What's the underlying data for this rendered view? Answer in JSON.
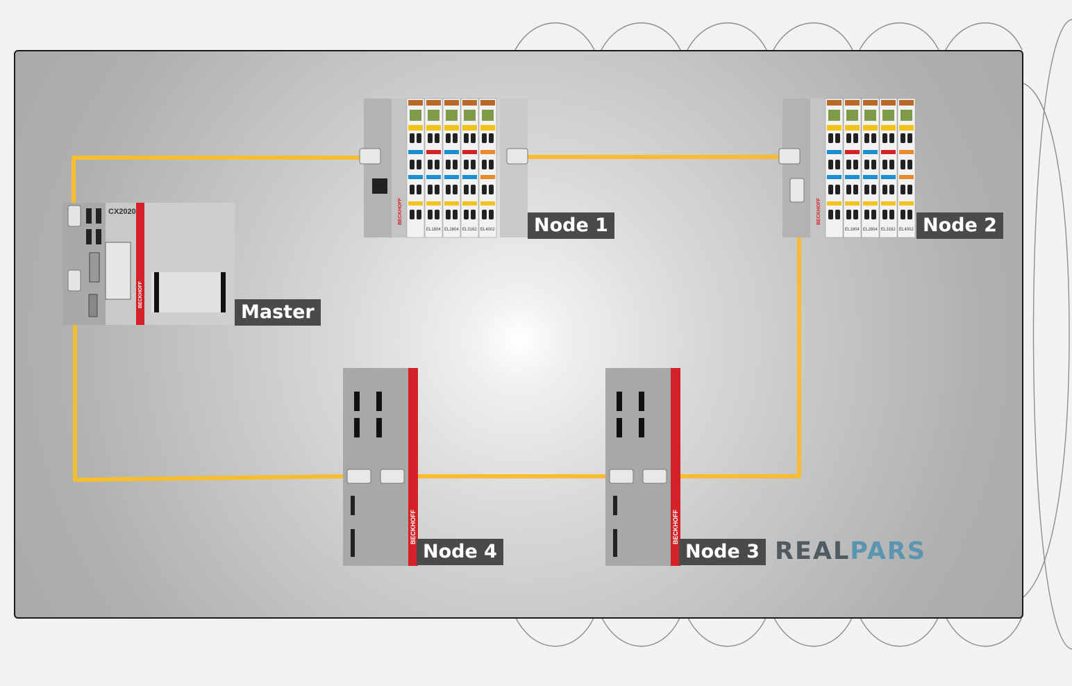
{
  "nodes": {
    "master": {
      "label": "Master",
      "model": "CX2020",
      "brand": "BECKHOFF"
    },
    "node1": {
      "label": "Node 1",
      "brand": "BECKHOFF"
    },
    "node2": {
      "label": "Node 2",
      "brand": "BECKHOFF"
    },
    "node3": {
      "label": "Node 3",
      "brand": "BECKHOFF"
    },
    "node4": {
      "label": "Node 4",
      "brand": "BECKHOFF"
    }
  },
  "terminal_labels": [
    "EL1804",
    "EL2804",
    "EL3162",
    "EL4002"
  ],
  "logo": {
    "part1": "REAL",
    "part2": "PARS"
  },
  "colors": {
    "cable": "#f6be2e",
    "brand_red": "#d42027",
    "label_bg": "#4a4a4a",
    "logo_dark": "#4f5a61",
    "logo_blue": "#5c95b0"
  }
}
